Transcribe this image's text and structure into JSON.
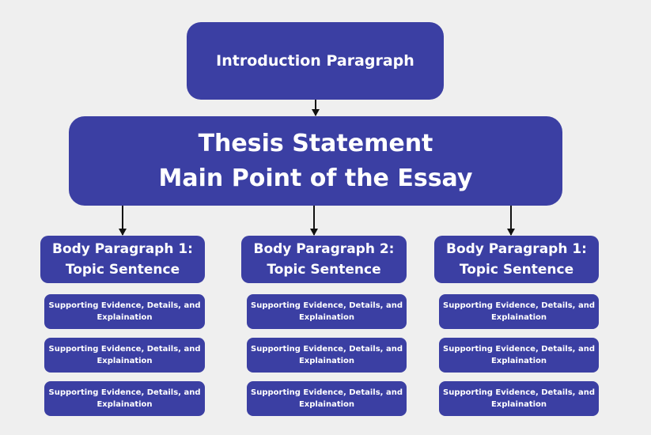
{
  "diagram": {
    "intro": {
      "label": "Introduction Paragraph"
    },
    "thesis": {
      "line1": "Thesis Statement",
      "line2": "Main Point of the Essay"
    },
    "columns": [
      {
        "title_line1": "Body Paragraph 1:",
        "title_line2": "Topic Sentence",
        "supports": [
          {
            "line1": "Supporting Evidence, Details, and",
            "line2": "Explaination"
          },
          {
            "line1": "Supporting Evidence, Details, and",
            "line2": "Explaination"
          },
          {
            "line1": "Supporting Evidence, Details, and",
            "line2": "Explaination"
          }
        ]
      },
      {
        "title_line1": "Body Paragraph 2:",
        "title_line2": "Topic Sentence",
        "supports": [
          {
            "line1": "Supporting Evidence, Details, and",
            "line2": "Explaination"
          },
          {
            "line1": "Supporting Evidence, Details, and",
            "line2": "Explaination"
          },
          {
            "line1": "Supporting Evidence, Details, and",
            "line2": "Explaination"
          }
        ]
      },
      {
        "title_line1": "Body Paragraph 1:",
        "title_line2": "Topic Sentence",
        "supports": [
          {
            "line1": "Supporting Evidence, Details, and",
            "line2": "Explaination"
          },
          {
            "line1": "Supporting Evidence, Details, and",
            "line2": "Explaination"
          },
          {
            "line1": "Supporting Evidence, Details, and",
            "line2": "Explaination"
          }
        ]
      }
    ],
    "colors": {
      "box_fill": "#3b3fa3",
      "text": "#ffffff",
      "background": "#efefef",
      "arrow": "#111111"
    }
  }
}
